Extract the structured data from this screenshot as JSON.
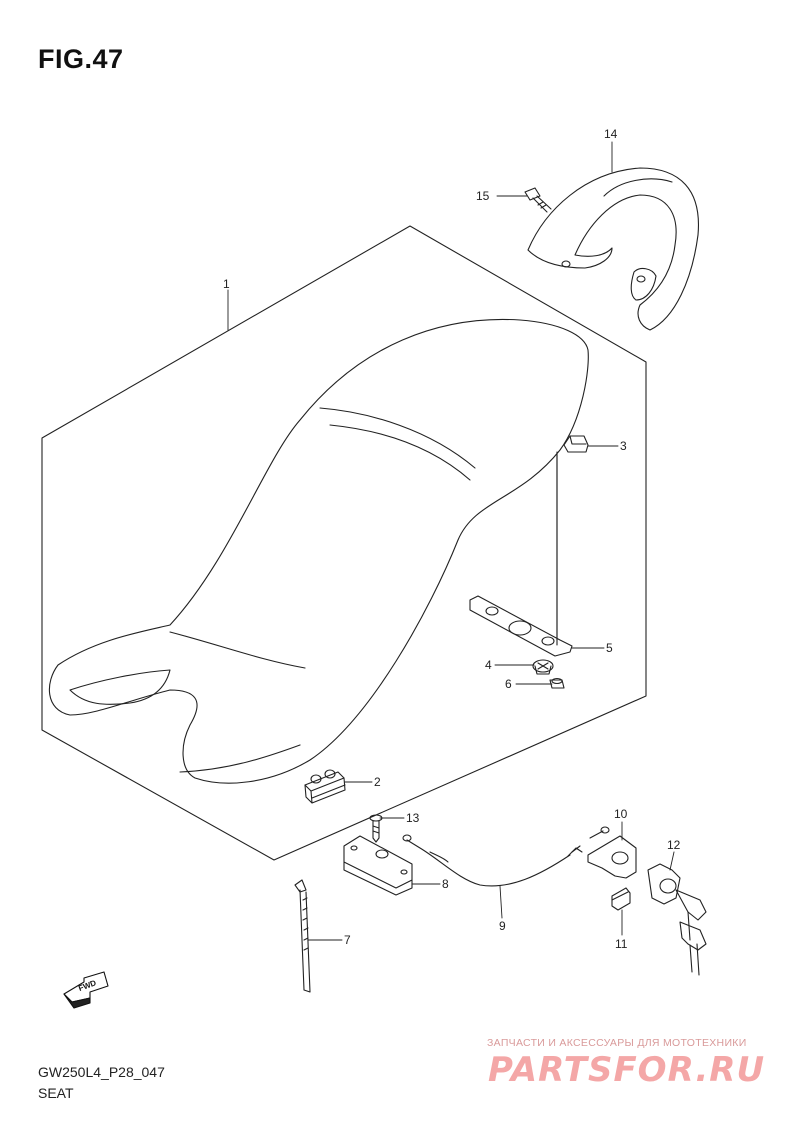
{
  "figure": {
    "title": "FIG.47",
    "code": "GW250L4_P28_047",
    "name": "SEAT"
  },
  "fwd_marker": "FWD",
  "callouts": [
    "1",
    "2",
    "3",
    "4",
    "5",
    "6",
    "7",
    "8",
    "9",
    "10",
    "11",
    "12",
    "13",
    "14",
    "15"
  ],
  "watermark": {
    "tagline": "ЗАПЧАСТИ И АКСЕССУАРЫ ДЛЯ МОТОТЕХНИКИ",
    "logo": "PARTSFOR.RU"
  }
}
